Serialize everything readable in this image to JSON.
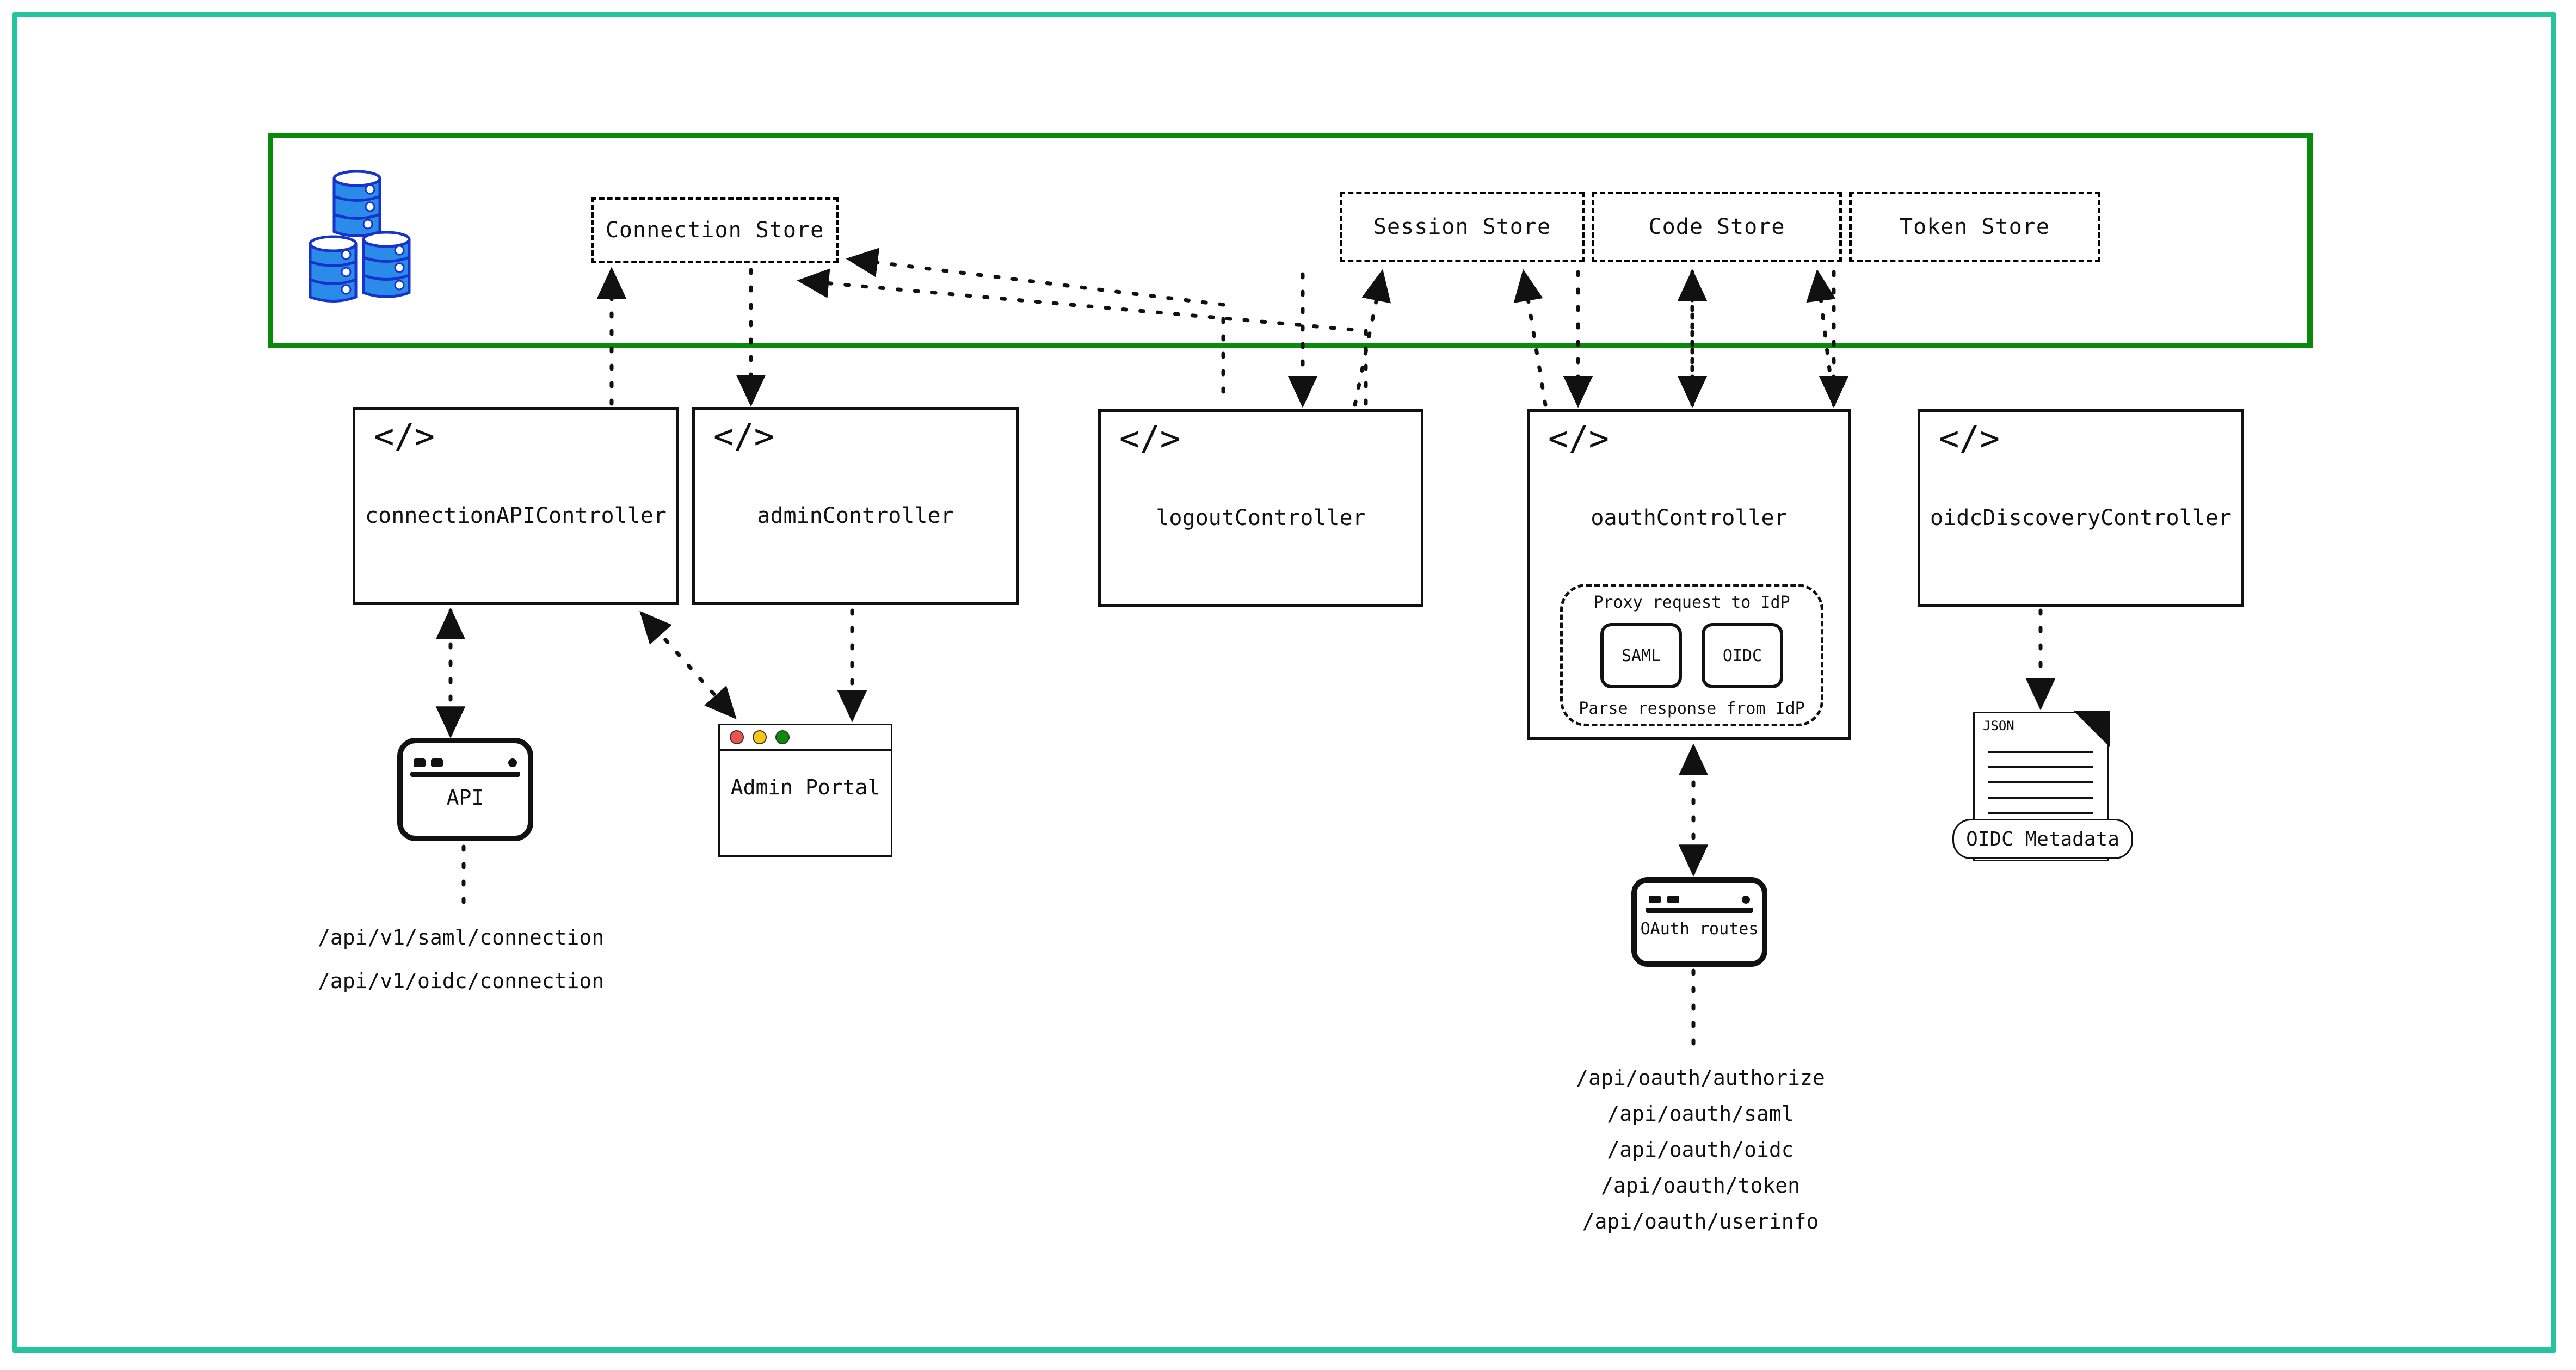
{
  "frame": {
    "outer_border_color": "#26c49e",
    "store_container_border_color": "#0a8a0a"
  },
  "datastore": {
    "icon": "database-cylinders-icon",
    "color": "#1f7fe0",
    "stores": [
      {
        "name": "connection-store",
        "label": "Connection Store"
      },
      {
        "name": "session-store",
        "label": "Session Store"
      },
      {
        "name": "code-store",
        "label": "Code Store"
      },
      {
        "name": "token-store",
        "label": "Token Store"
      }
    ]
  },
  "controllers": [
    {
      "name": "connection-api-controller",
      "label": "connectionAPIController",
      "icon": "code-brackets-icon"
    },
    {
      "name": "admin-controller",
      "label": "adminController",
      "icon": "code-brackets-icon"
    },
    {
      "name": "logout-controller",
      "label": "logoutController",
      "icon": "code-brackets-icon"
    },
    {
      "name": "oauth-controller",
      "label": "oauthController",
      "icon": "code-brackets-icon"
    },
    {
      "name": "oidc-discovery-controller",
      "label": "oidcDiscoveryController",
      "icon": "code-brackets-icon"
    }
  ],
  "idp_proxy": {
    "top_caption": "Proxy request to IdP",
    "bottom_caption": "Parse response from IdP",
    "protocols": [
      {
        "name": "saml-chip",
        "label": "SAML"
      },
      {
        "name": "oidc-chip",
        "label": "OIDC"
      }
    ]
  },
  "clients": {
    "api_device": {
      "label": "API",
      "icon": "api-device-icon"
    },
    "admin_portal": {
      "label": "Admin Portal",
      "icon": "browser-window-icon",
      "traffic_lights": [
        "#ef5350",
        "#f5c518",
        "#0a8a0a"
      ]
    },
    "oauth_routes_device": {
      "label": "OAuth routes",
      "icon": "browser-device-icon"
    },
    "oidc_metadata_doc": {
      "type_tag": "JSON",
      "label": "OIDC Metadata",
      "icon": "json-document-icon"
    }
  },
  "endpoints": {
    "connection_api": [
      "/api/v1/saml/connection",
      "/api/v1/oidc/connection"
    ],
    "oauth_routes": [
      "/api/oauth/authorize",
      "/api/oauth/saml",
      "/api/oauth/oidc",
      "/api/oauth/token",
      "/api/oauth/userinfo"
    ]
  }
}
